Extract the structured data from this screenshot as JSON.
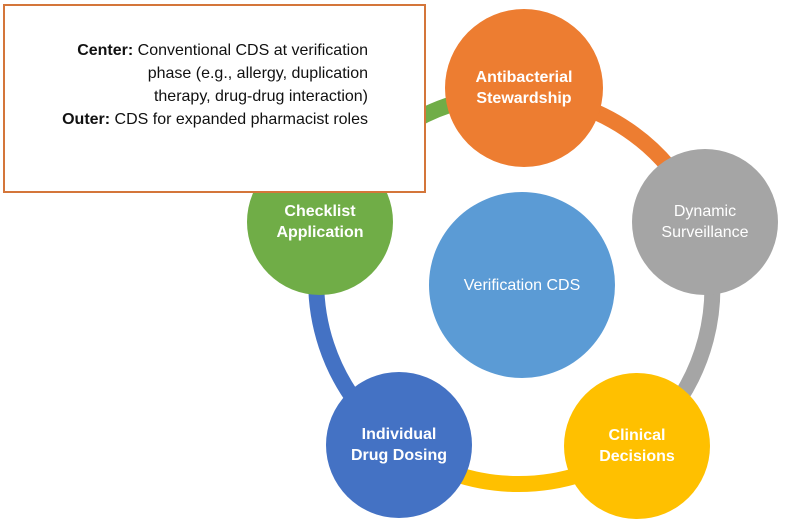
{
  "legend": {
    "center_key": "Center:",
    "center_text_line1": "Conventional CDS at verification",
    "center_text_line2": "phase (e.g., allergy, duplication",
    "center_text_line3": "therapy, drug-drug interaction)",
    "outer_key": "Outer:",
    "outer_text": "CDS for expanded pharmacist roles"
  },
  "center_node": {
    "label": "Verification CDS",
    "color": "#5b9bd5"
  },
  "nodes": [
    {
      "id": "antibacterial",
      "line1": "Antibacterial",
      "line2": "Stewardship",
      "color": "#ed7d31",
      "bold": true
    },
    {
      "id": "dynamic",
      "line1": "Dynamic",
      "line2": "Surveillance",
      "color": "#a5a5a5",
      "bold": false
    },
    {
      "id": "clinical",
      "line1": "Clinical",
      "line2": "Decisions",
      "color": "#ffc000",
      "bold": true
    },
    {
      "id": "individual",
      "line1": "Individual",
      "line2": "Drug Dosing",
      "color": "#4472c4",
      "bold": true
    },
    {
      "id": "checklist",
      "line1": "Checklist",
      "line2": "Application",
      "color": "#70ad47",
      "bold": true
    }
  ],
  "ring_segment_colors": [
    "#ed7d31",
    "#a5a5a5",
    "#ffc000",
    "#4472c4",
    "#70ad47"
  ],
  "legend_border_color": "#d4763a"
}
